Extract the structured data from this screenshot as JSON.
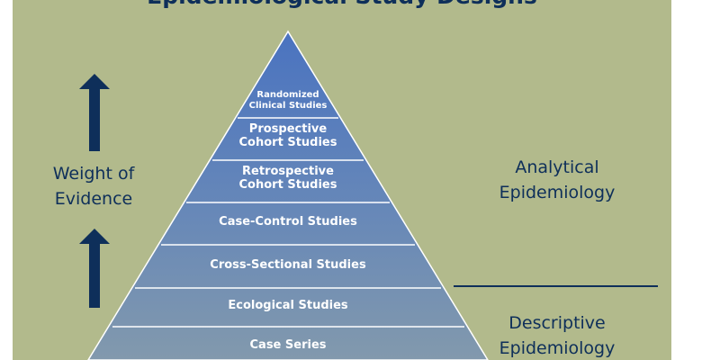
{
  "title": "Epidemiological Study Designs",
  "left_label": {
    "line1": "Weight of",
    "line2": "Evidence"
  },
  "levels": [
    {
      "line1": "Randomized",
      "line2": "Clinical Studies"
    },
    {
      "line1": "Prospective",
      "line2": "Cohort Studies"
    },
    {
      "line1": "Retrospective",
      "line2": "Cohort Studies"
    },
    {
      "line1": "Case-Control Studies"
    },
    {
      "line1": "Cross-Sectional Studies"
    },
    {
      "line1": "Ecological Studies"
    },
    {
      "line1": "Case Series"
    }
  ],
  "analytical": {
    "line1": "Analytical",
    "line2": "Epidemiology"
  },
  "descriptive": {
    "line1": "Descriptive",
    "line2": "Epidemiology"
  },
  "colors": {
    "background": "#b2ba8c",
    "pyramid_top": "#5279c2",
    "pyramid_bottom": "#7f99b2",
    "text_dark": "#0e2f5a",
    "arrow": "#0e2f5a"
  },
  "icons": [
    "arrow-up-icon",
    "arrow-up-icon"
  ]
}
